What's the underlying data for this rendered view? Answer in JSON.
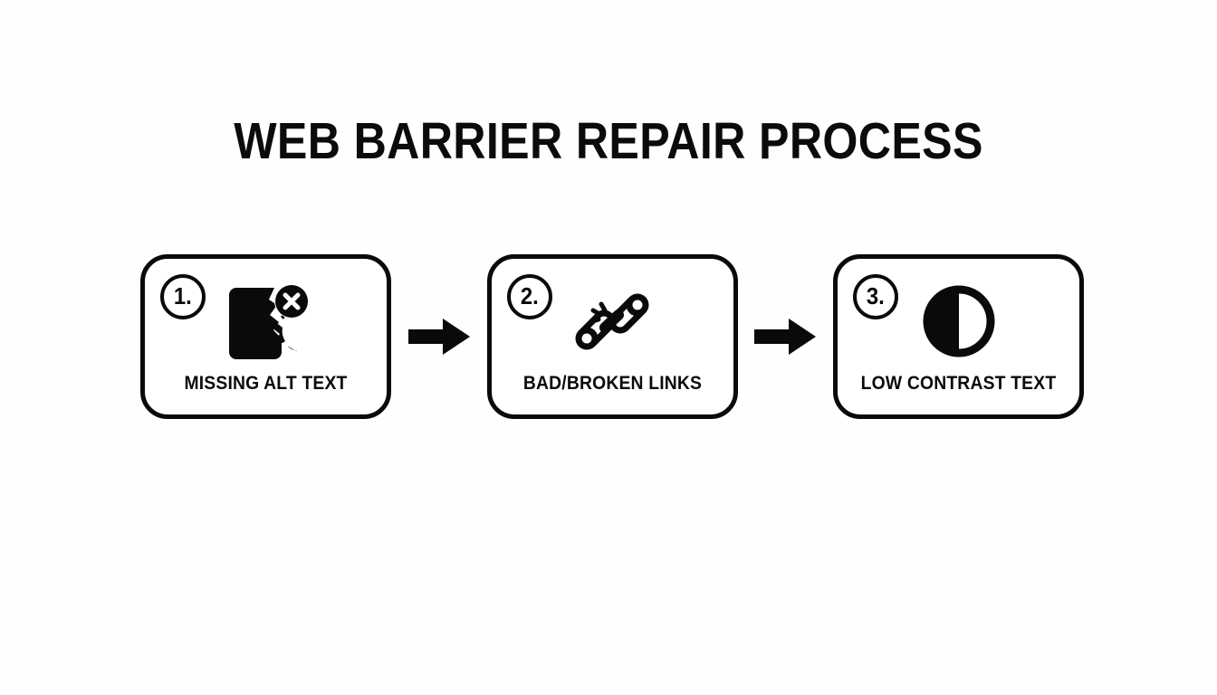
{
  "page": {
    "background_color": "#fdfefe",
    "ink_color": "#0a0a0a",
    "title": "WEB BARRIER REPAIR PROCESS"
  },
  "flow": {
    "steps": [
      {
        "number": "1.",
        "label": "MISSING ALT TEXT",
        "icon": "broken-image-icon"
      },
      {
        "number": "2.",
        "label": "BAD/BROKEN LINKS",
        "icon": "broken-link-icon"
      },
      {
        "number": "3.",
        "label": "LOW CONTRAST TEXT",
        "icon": "contrast-circle-icon"
      }
    ],
    "connectors": [
      {
        "icon": "arrow-right-icon"
      },
      {
        "icon": "arrow-right-icon"
      }
    ]
  }
}
